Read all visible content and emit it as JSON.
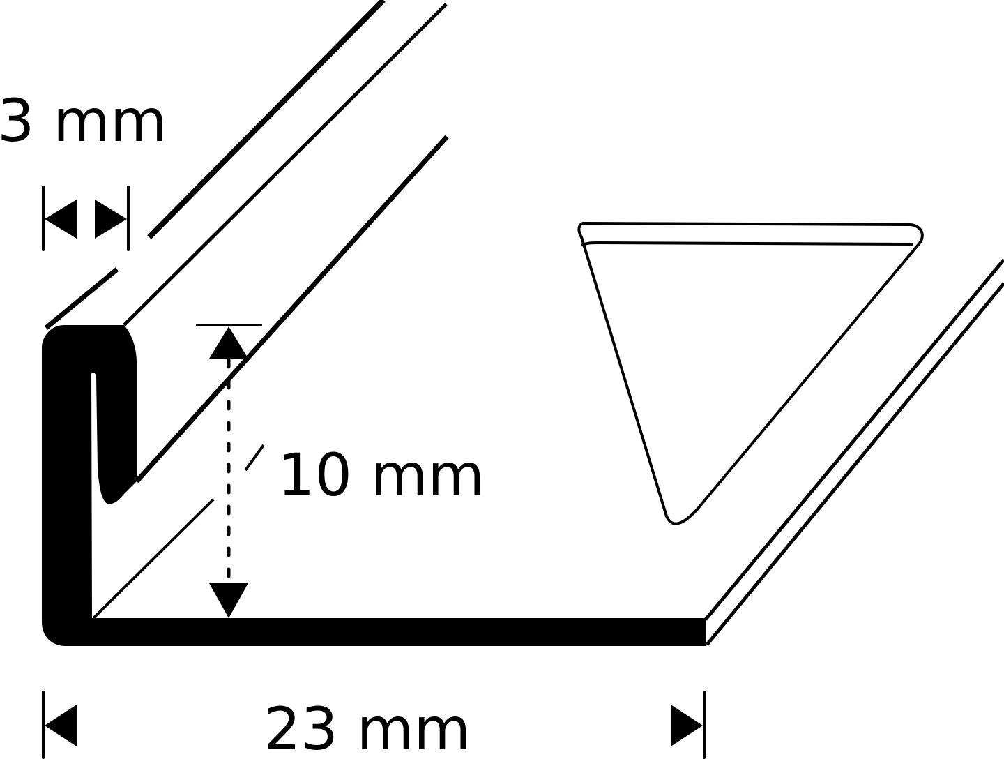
{
  "diagram": {
    "subject": "tile edge profile cross-section",
    "colors": {
      "ink": "#000000",
      "background": "#ffffff"
    },
    "dimensions": {
      "thickness": {
        "label": "3 mm",
        "value": 3,
        "unit": "mm"
      },
      "height": {
        "label": "10 mm",
        "value": 10,
        "unit": "mm"
      },
      "width": {
        "label": "23 mm",
        "value": 23,
        "unit": "mm"
      }
    },
    "legend_icons": [
      "triangular-perforation-icon"
    ]
  }
}
